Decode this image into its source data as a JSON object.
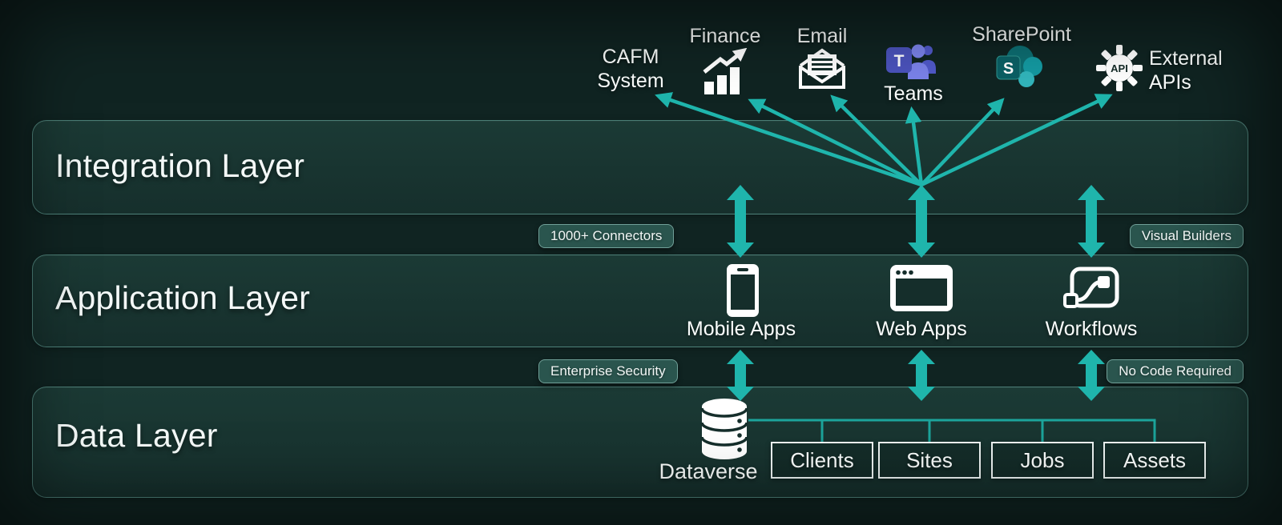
{
  "colors": {
    "accent": "#1fb5ac",
    "background": "#102422",
    "panel": "#17312d",
    "teams_purple": "#4b53bc",
    "teams_light_purple": "#7b83eb",
    "sharepoint_teal": "#0d6e72"
  },
  "layers": [
    {
      "label": "Integration Layer"
    },
    {
      "label": "Application Layer"
    },
    {
      "label": "Data Layer"
    }
  ],
  "external_systems": [
    {
      "label": "CAFM System",
      "icon": "none"
    },
    {
      "label": "Finance",
      "icon": "finance-chart-icon"
    },
    {
      "label": "Email",
      "icon": "email-icon"
    },
    {
      "label": "Teams",
      "icon": "teams-icon"
    },
    {
      "label": "SharePoint",
      "icon": "sharepoint-icon"
    },
    {
      "label": "External APIs",
      "icon": "api-gear-icon"
    }
  ],
  "badges": [
    {
      "label": "1000+ Connectors"
    },
    {
      "label": "Visual Builders"
    },
    {
      "label": "Enterprise Security"
    },
    {
      "label": "No Code Required"
    }
  ],
  "applications": [
    {
      "label": "Mobile Apps",
      "icon": "mobile-phone-icon"
    },
    {
      "label": "Web Apps",
      "icon": "browser-window-icon"
    },
    {
      "label": "Workflows",
      "icon": "workflow-icon"
    }
  ],
  "data_layer": {
    "database_label": "Dataverse",
    "entities": [
      "Clients",
      "Sites",
      "Jobs",
      "Assets"
    ]
  },
  "icon_letters": {
    "teams": "T",
    "sharepoint": "S",
    "api": "API"
  }
}
